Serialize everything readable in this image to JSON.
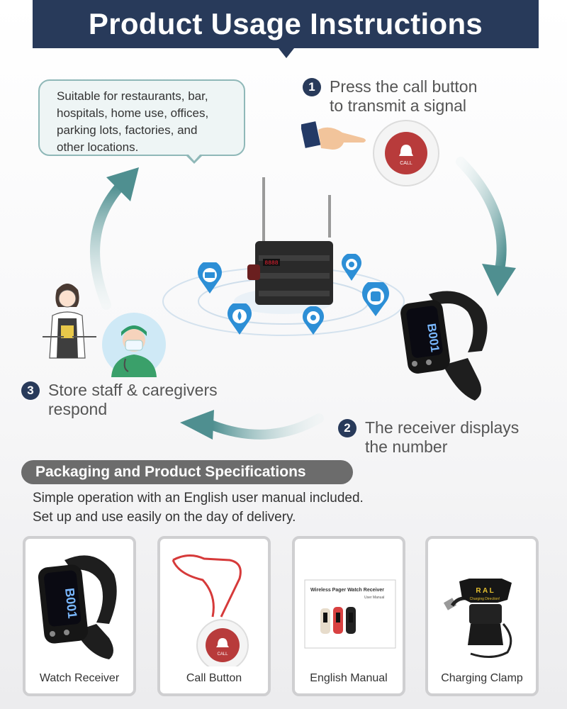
{
  "header": {
    "title": "Product Usage Instructions"
  },
  "bubble": {
    "lines": [
      "Suitable for restaurants, bar,",
      "hospitals, home use, offices,",
      "parking lots, factories, and",
      "other locations."
    ]
  },
  "steps": [
    {
      "num": "1",
      "lines": [
        "Press the call button",
        "to transmit a signal"
      ]
    },
    {
      "num": "2",
      "lines": [
        "The receiver displays",
        "the number"
      ]
    },
    {
      "num": "3",
      "lines": [
        "Store staff & caregivers",
        "respond"
      ]
    }
  ],
  "devices": {
    "call_button_label": "CALL",
    "watch_screen": "B001"
  },
  "specs": {
    "heading": "Packaging and Product Specifications",
    "lines": [
      "Simple operation with an English user manual included.",
      "Set up and use easily on the day of delivery."
    ]
  },
  "products": [
    {
      "label": "Watch Receiver"
    },
    {
      "label": "Call Button"
    },
    {
      "label": "English Manual"
    },
    {
      "label": "Charging Clamp"
    }
  ],
  "manual": {
    "title": "Wireless Pager Watch Receiver",
    "subtitle": "User Manual"
  },
  "clamp": {
    "logo": "R A L",
    "caption": "Charging Direction!"
  },
  "colors": {
    "navy": "#283a5a",
    "teal_arrow": "#4f8f90",
    "call_red": "#b83b3b",
    "location_pin_blue": "#2d8fd6",
    "pill_gray": "#6c6c6c"
  }
}
